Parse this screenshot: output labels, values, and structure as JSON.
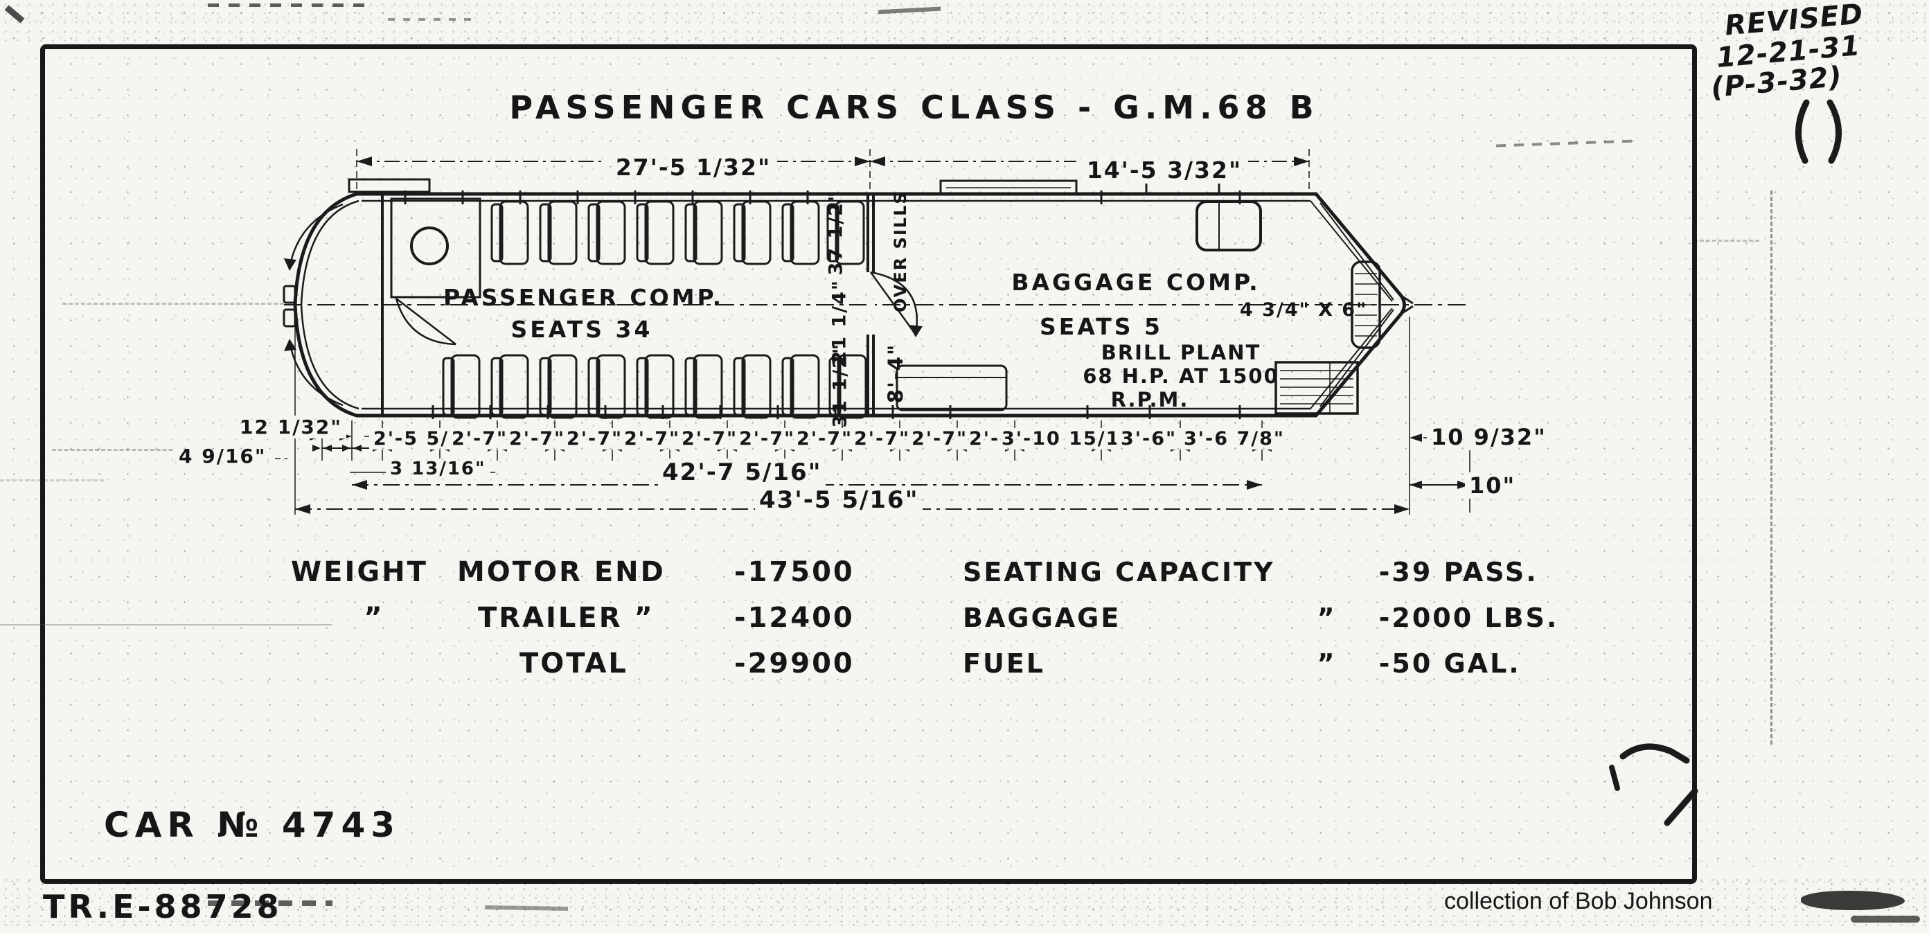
{
  "sheet": {
    "title": "PASSENGER CARS CLASS - G.M.68 B",
    "car_number": "CAR № 4743",
    "drawing_number": "TR.E-88728",
    "credit": "collection of Bob Johnson",
    "revision": {
      "line1": "REVISED",
      "line2": "12-21-31",
      "line3": "(P-3-32)"
    }
  },
  "plan": {
    "compartments": {
      "passenger": {
        "name": "PASSENGER COMP.",
        "seats": "SEATS 34"
      },
      "baggage": {
        "name": "BAGGAGE COMP.",
        "seats": "SEATS 5"
      },
      "engine": {
        "line1": "BRILL PLANT",
        "line2": "68 H.P. AT 1500",
        "line3": "R.P.M.",
        "size": "4 3/4\" X 6\""
      }
    },
    "width_dims": {
      "body": "37 1/2\"",
      "aisle": "21 1/4\"",
      "seat": "31 1/2\"",
      "over_sills": "OVER SILLS",
      "width": "8'-4\""
    }
  },
  "dims": {
    "top_left": "27'-5 1/32\"",
    "top_right": "14'-5 3/32\"",
    "front_overhang": "4 9/16\"",
    "bumper": "12 1/32\"",
    "step": "3 13/16\"",
    "chain": [
      "2'-5 5/8\"",
      "2'-7\"",
      "2'-7\"",
      "2'-7\"",
      "2'-7\"",
      "2'-7\"",
      "2'-7\"",
      "2'-7\"",
      "2'-7\"",
      "2'-7\"",
      "2'-7\"",
      "3'-10 15/16\"",
      "3'-6\"",
      "3'-6 7/8\""
    ],
    "rear_1": "10 9/32\"",
    "rear_2": "10\"",
    "overall_1": "42'-7 5/16\"",
    "overall_2": "43'-5 5/16\""
  },
  "tables": {
    "weight": {
      "rows": [
        [
          "WEIGHT",
          "MOTOR END",
          "-17500"
        ],
        [
          "”",
          "TRAILER ”",
          "-12400"
        ],
        [
          "",
          "TOTAL",
          "-29900"
        ]
      ]
    },
    "capacity": {
      "rows": [
        [
          "SEATING CAPACITY",
          "",
          "-39 PASS."
        ],
        [
          "BAGGAGE",
          "”",
          "-2000 LBS."
        ],
        [
          "FUEL",
          "”",
          "-50 GAL."
        ]
      ]
    }
  }
}
